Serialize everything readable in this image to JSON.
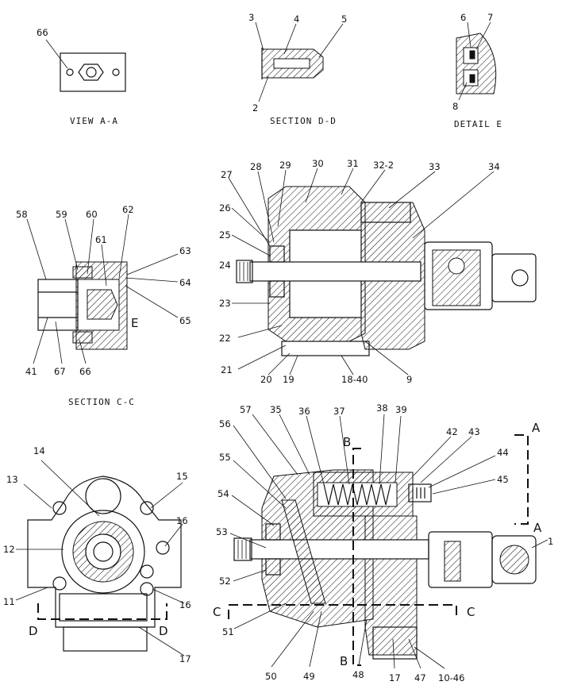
{
  "captions": {
    "view_a": "VIEW A-A",
    "section_d": "SECTION D-D",
    "detail_e": "DETAIL E",
    "section_c": "SECTION C-C"
  },
  "section_markers": {
    "a_top": "A",
    "a_side": "A",
    "b_top": "B",
    "b_bottom": "B",
    "c_left": "C",
    "c_right": "C",
    "d_left": "D",
    "d_right": "D",
    "e_detail": "E"
  },
  "callouts": {
    "view_a": [
      "66"
    ],
    "section_d": [
      "3",
      "4",
      "5",
      "2"
    ],
    "detail_e": [
      "6",
      "7",
      "8"
    ],
    "section_c": [
      "58",
      "59",
      "60",
      "62",
      "61",
      "63",
      "64",
      "65",
      "41",
      "67",
      "66"
    ],
    "upper_pump": [
      "27",
      "28",
      "29",
      "30",
      "31",
      "32-2",
      "33",
      "34",
      "26",
      "25",
      "24",
      "23",
      "22",
      "21",
      "20",
      "19",
      "18-40",
      "9"
    ],
    "end_view": [
      "13",
      "14",
      "15",
      "16",
      "12",
      "11",
      "16",
      "17"
    ],
    "lower_pump": [
      "57",
      "35",
      "36",
      "37",
      "38",
      "39",
      "42",
      "43",
      "44",
      "45",
      "56",
      "55",
      "54",
      "53",
      "52",
      "51",
      "50",
      "49",
      "48",
      "17",
      "47",
      "10-46",
      "1"
    ]
  }
}
